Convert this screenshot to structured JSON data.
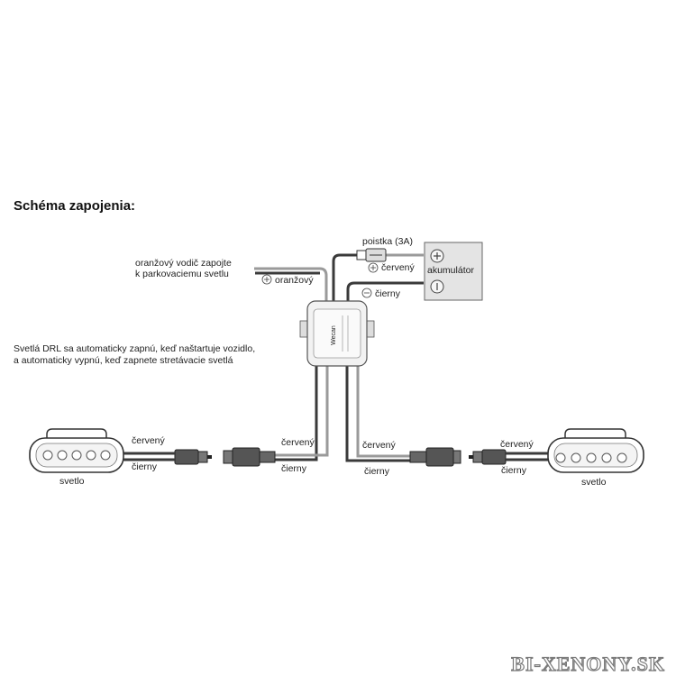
{
  "title": "Schéma zapojenia:",
  "labels": {
    "orange_note_line1": "oranžový vodič zapojte",
    "orange_note_line2": "k parkovaciemu svetlu",
    "orange_wire": "oranžový",
    "fuse": "poistka (3A)",
    "battery": "akumulátor",
    "battery_red": "červený",
    "battery_black": "čierny",
    "drl_note_line1": "Svetlá DRL sa automaticky zapnú, keď naštartuje vozidlo,",
    "drl_note_line2": "a automaticky vypnú, keď zapnete stretávacie svetlá",
    "left_light_red": "červený",
    "left_light_black": "čierny",
    "left_light_name": "svetlo",
    "center_left_red": "červený",
    "center_left_black": "čierny",
    "center_right_red": "červený",
    "center_right_black": "čierny",
    "right_light_red": "červený",
    "right_light_black": "čierny",
    "right_light_name": "svetlo",
    "module_text": "Wecan"
  },
  "watermark": "BI-XENONY.SK",
  "colors": {
    "wire_dark": "#3a3a3a",
    "wire_light": "#9a9a9a",
    "battery_fill": "#e4e4e4"
  },
  "icons": {
    "plus": "plus-circle-icon",
    "minus": "minus-circle-icon"
  }
}
